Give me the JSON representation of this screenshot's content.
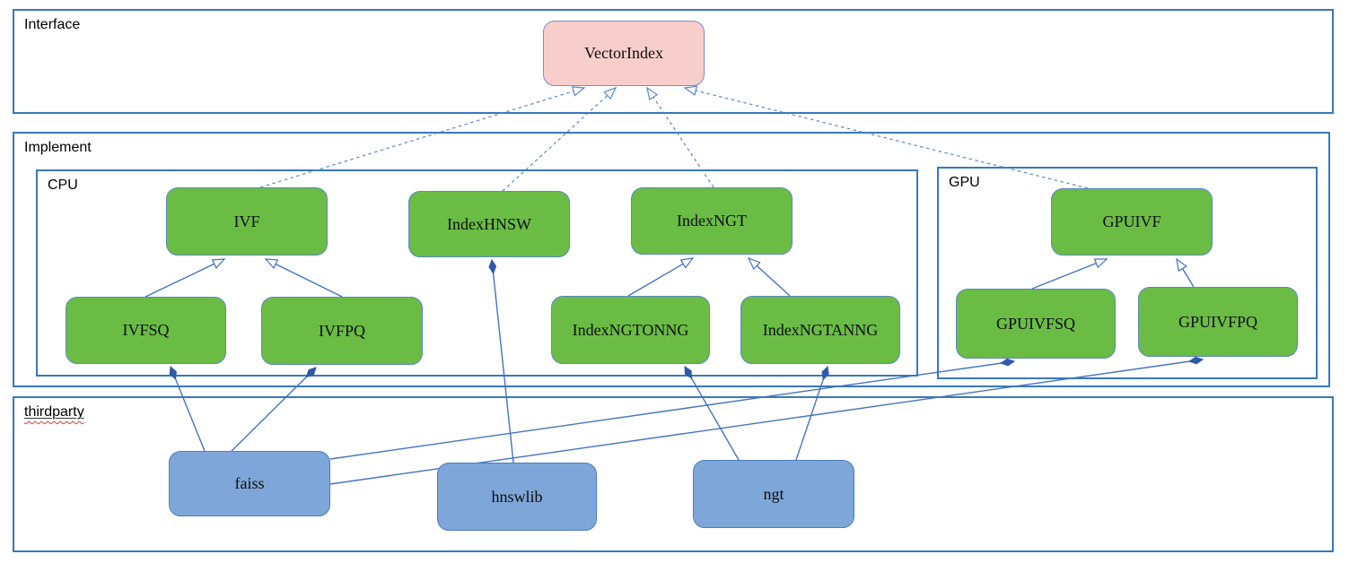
{
  "containers": {
    "interface": {
      "label": "Interface"
    },
    "implement": {
      "label": "Implement"
    },
    "cpu": {
      "label": "CPU"
    },
    "gpu": {
      "label": "GPU"
    },
    "thirdparty": {
      "label": "thirdparty"
    }
  },
  "nodes": {
    "vectorindex": {
      "label": "VectorIndex",
      "kind": "interface-class"
    },
    "ivf": {
      "label": "IVF",
      "kind": "cpu-class"
    },
    "indexhnsw": {
      "label": "IndexHNSW",
      "kind": "cpu-class"
    },
    "indexngt": {
      "label": "IndexNGT",
      "kind": "cpu-class"
    },
    "ivfsq": {
      "label": "IVFSQ",
      "kind": "cpu-class"
    },
    "ivfpq": {
      "label": "IVFPQ",
      "kind": "cpu-class"
    },
    "indexngtonng": {
      "label": "IndexNGTONNG",
      "kind": "cpu-class"
    },
    "indexngtanng": {
      "label": "IndexNGTANNG",
      "kind": "cpu-class"
    },
    "gpuivf": {
      "label": "GPUIVF",
      "kind": "gpu-class"
    },
    "gpuivfsq": {
      "label": "GPUIVFSQ",
      "kind": "gpu-class"
    },
    "gpuivfpq": {
      "label": "GPUIVFPQ",
      "kind": "gpu-class"
    },
    "faiss": {
      "label": "faiss",
      "kind": "thirdparty-lib"
    },
    "hnswlib": {
      "label": "hnswlib",
      "kind": "thirdparty-lib"
    },
    "ngt": {
      "label": "ngt",
      "kind": "thirdparty-lib"
    }
  },
  "edges": [
    {
      "from": "IVF",
      "to": "VectorIndex",
      "type": "realization-dashed-hollow-arrow"
    },
    {
      "from": "IndexHNSW",
      "to": "VectorIndex",
      "type": "realization-dashed-hollow-arrow"
    },
    {
      "from": "IndexNGT",
      "to": "VectorIndex",
      "type": "realization-dashed-hollow-arrow"
    },
    {
      "from": "GPUIVF",
      "to": "VectorIndex",
      "type": "realization-dashed-hollow-arrow"
    },
    {
      "from": "IVFSQ",
      "to": "IVF",
      "type": "generalization-hollow-arrow"
    },
    {
      "from": "IVFPQ",
      "to": "IVF",
      "type": "generalization-hollow-arrow"
    },
    {
      "from": "IndexNGTONNG",
      "to": "IndexNGT",
      "type": "generalization-hollow-arrow"
    },
    {
      "from": "IndexNGTANNG",
      "to": "IndexNGT",
      "type": "generalization-hollow-arrow"
    },
    {
      "from": "GPUIVFSQ",
      "to": "GPUIVF",
      "type": "generalization-hollow-arrow"
    },
    {
      "from": "GPUIVFPQ",
      "to": "GPUIVF",
      "type": "generalization-hollow-arrow"
    },
    {
      "from": "faiss",
      "to": "IVFSQ",
      "type": "composition-filled-diamond"
    },
    {
      "from": "faiss",
      "to": "IVFPQ",
      "type": "composition-filled-diamond"
    },
    {
      "from": "faiss",
      "to": "GPUIVFSQ",
      "type": "composition-filled-diamond"
    },
    {
      "from": "faiss",
      "to": "GPUIVFPQ",
      "type": "composition-filled-diamond"
    },
    {
      "from": "hnswlib",
      "to": "IndexHNSW",
      "type": "composition-filled-diamond"
    },
    {
      "from": "ngt",
      "to": "IndexNGTONNG",
      "type": "composition-filled-diamond"
    },
    {
      "from": "ngt",
      "to": "IndexNGTANNG",
      "type": "composition-filled-diamond"
    }
  ],
  "colors": {
    "class_green": "#6abc45",
    "interface_pink": "#f8cecc",
    "thirdparty_blue": "#7ea6d8",
    "container_border": "#3778bc",
    "edge_line": "#4472c4",
    "diamond_fill": "#2e5aa8",
    "spellcheck_underline": "#e03c31"
  }
}
